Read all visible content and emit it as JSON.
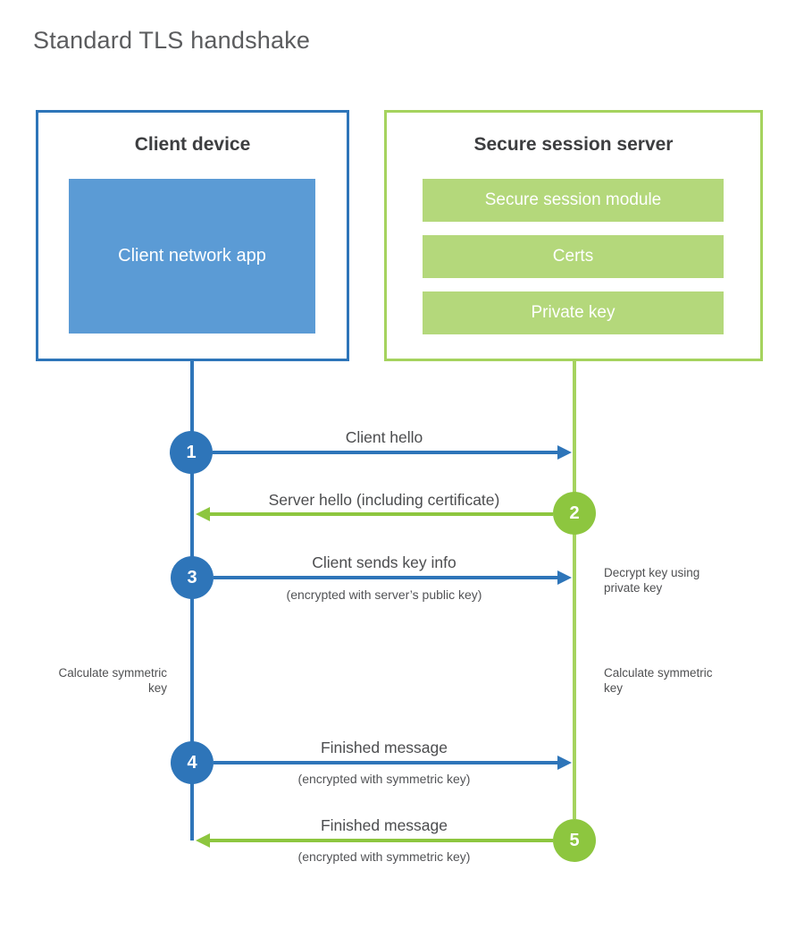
{
  "title": "Standard TLS handshake",
  "client": {
    "title": "Client device",
    "app": "Client network app"
  },
  "server": {
    "title": "Secure session server",
    "modules": [
      "Secure session module",
      "Certs",
      "Private key"
    ]
  },
  "steps": [
    {
      "num": "1",
      "label": "Client hello",
      "direction": "client-to-server"
    },
    {
      "num": "2",
      "label": "Server hello (including certificate)",
      "direction": "server-to-client"
    },
    {
      "num": "3",
      "label": "Client sends key info",
      "sub": "(encrypted with server’s public key)",
      "direction": "client-to-server"
    },
    {
      "num": "4",
      "label": "Finished message",
      "sub": "(encrypted with symmetric key)",
      "direction": "client-to-server"
    },
    {
      "num": "5",
      "label": "Finished message",
      "sub": "(encrypted with symmetric key)",
      "direction": "server-to-client"
    }
  ],
  "annotations": {
    "decrypt": "Decrypt key using private key",
    "calc_left": "Calculate symmetric key",
    "calc_right": "Calculate symmetric key"
  },
  "colors": {
    "blue": "#2e75b9",
    "blue_fill": "#5b9bd5",
    "green": "#8dc63f",
    "green_stroke": "#a5d35e",
    "green_fill": "#b4d87b"
  }
}
